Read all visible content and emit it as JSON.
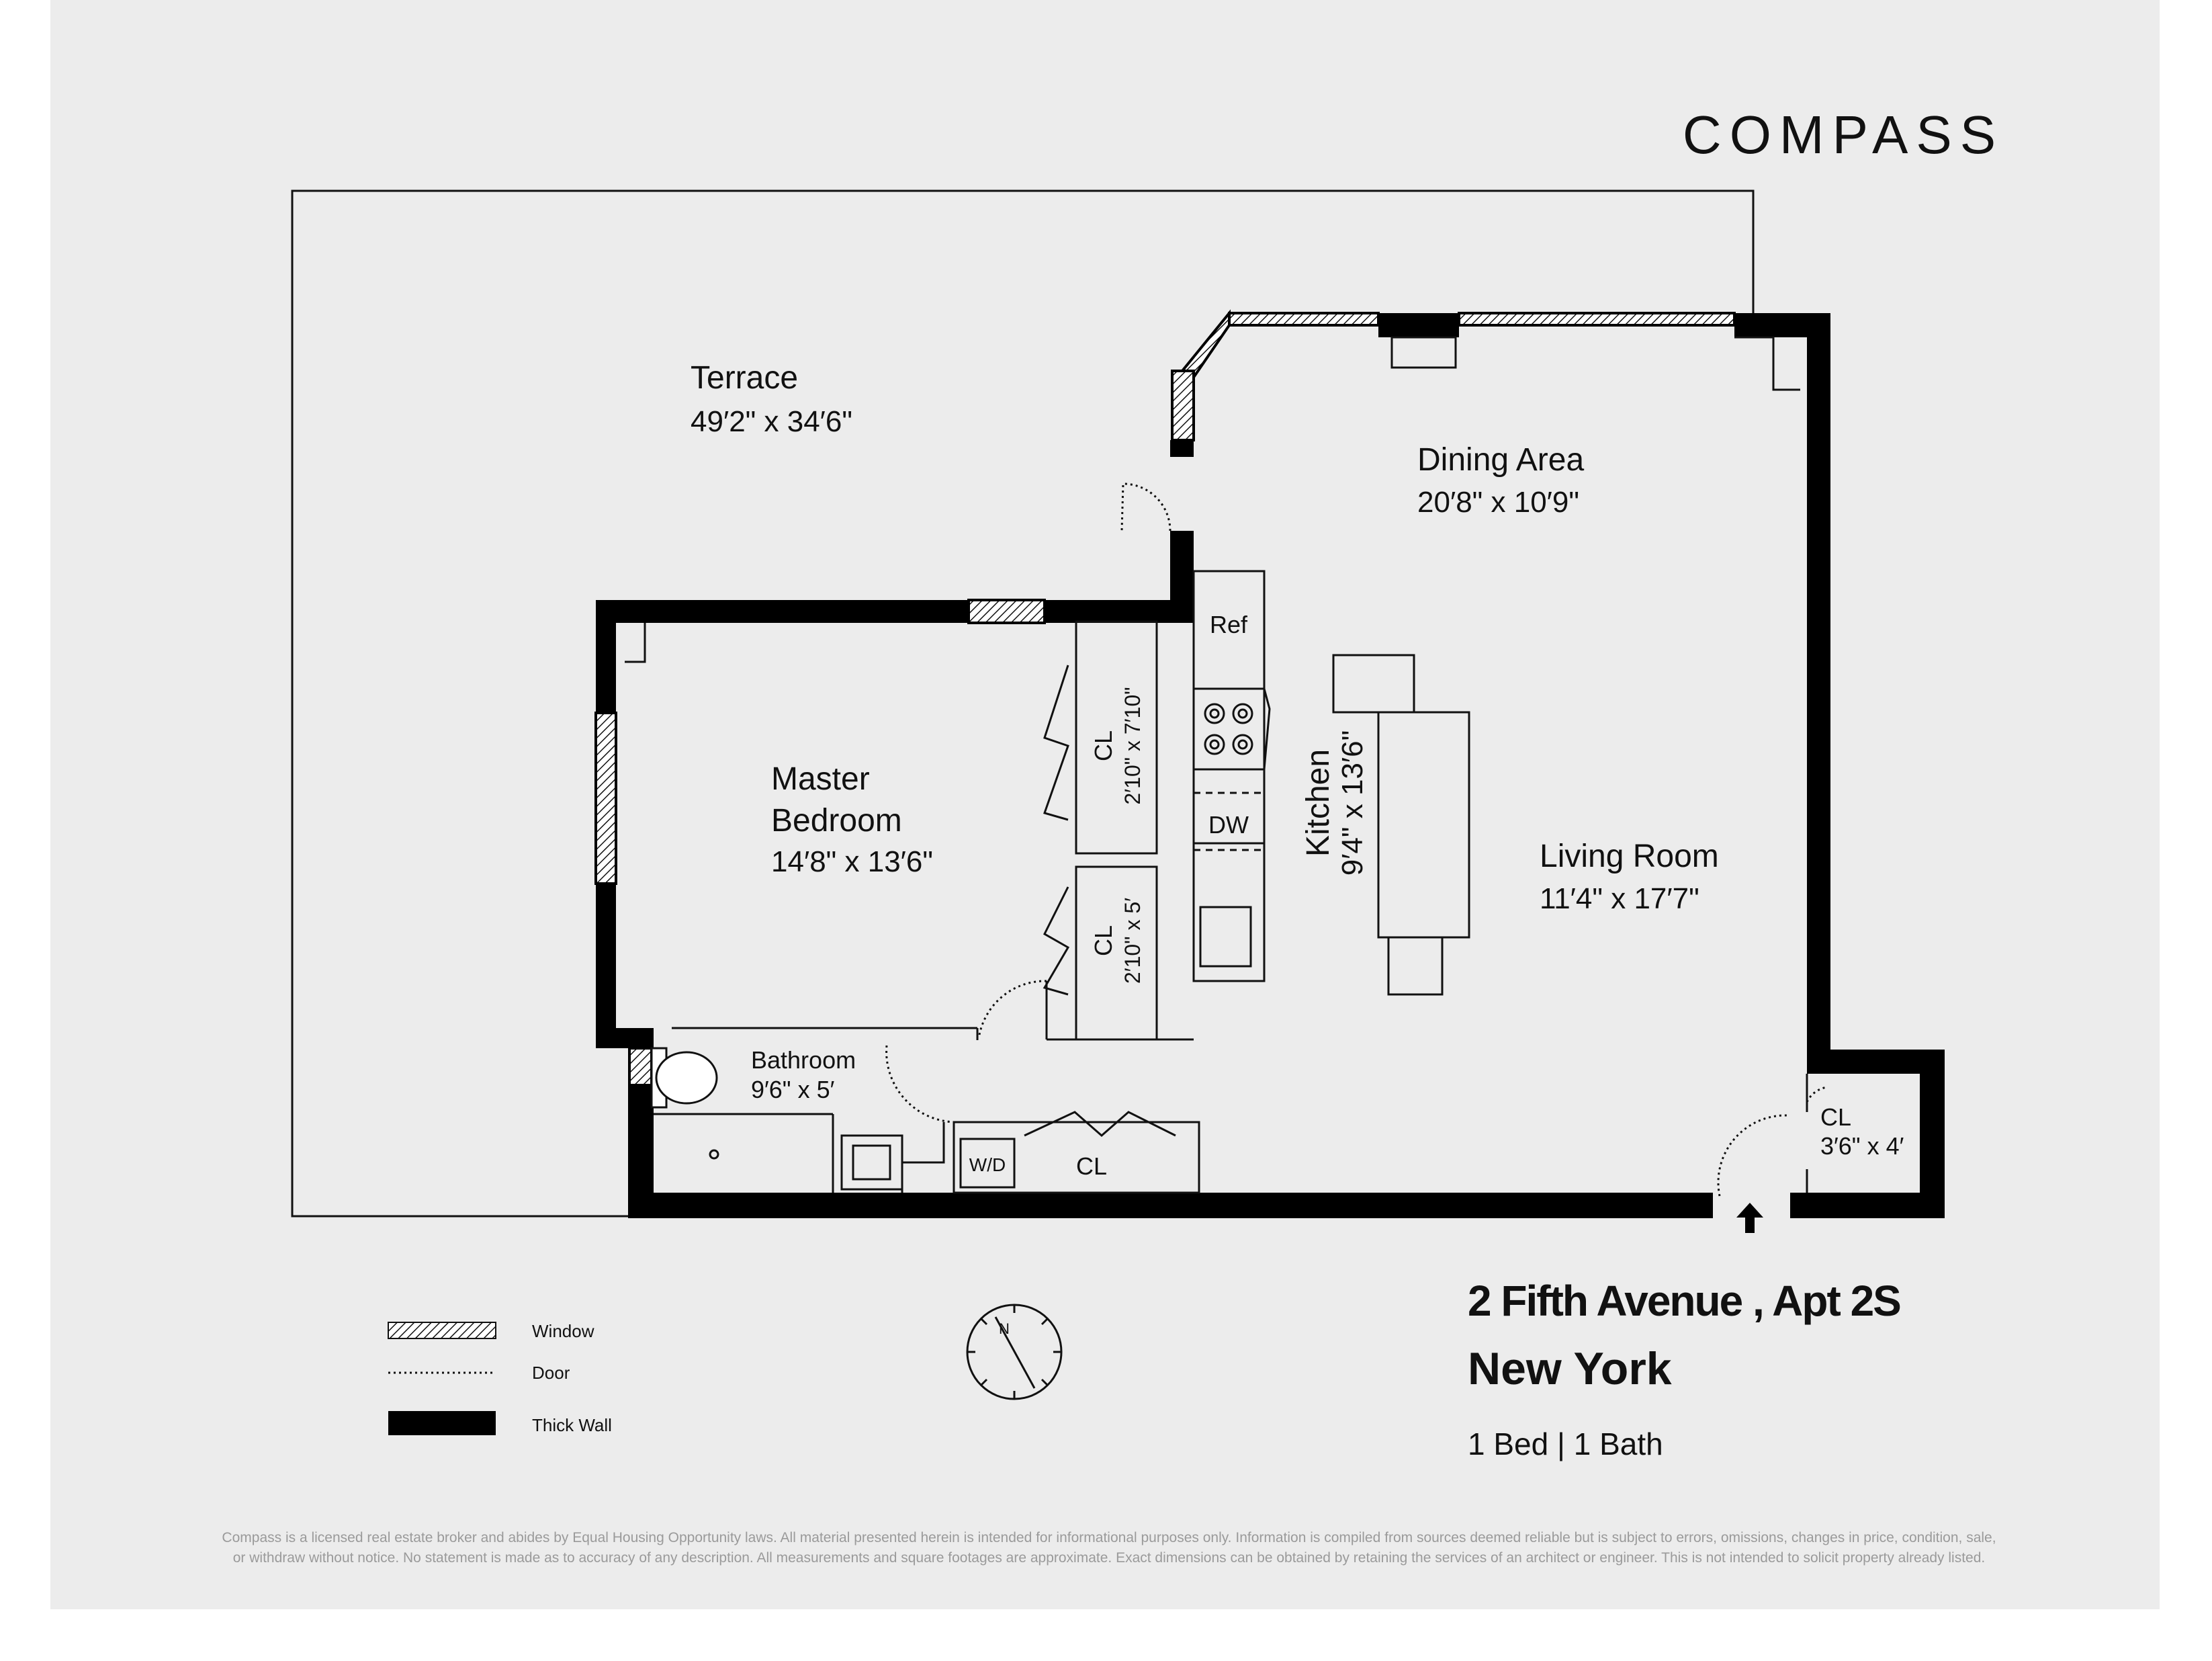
{
  "brand": {
    "logo": "COMPASS"
  },
  "rooms": {
    "terrace": {
      "name": "Terrace",
      "dims": "49′2\" x 34′6\""
    },
    "dining": {
      "name": "Dining Area",
      "dims": "20′8\" x 10′9\""
    },
    "master": {
      "name1": "Master",
      "name2": "Bedroom",
      "dims": "14′8\" x 13′6\""
    },
    "kitchen": {
      "name": "Kitchen",
      "dims": "9′4\" x 13′6\""
    },
    "living": {
      "name": "Living Room",
      "dims": "11′4\" x 17′7\""
    },
    "bathroom": {
      "name": "Bathroom",
      "dims": "9′6\" x 5′"
    },
    "closet1": {
      "name": "CL",
      "dims": "2′10\" x 7′10\""
    },
    "closet2": {
      "name": "CL",
      "dims": "2′10\" x 5′"
    },
    "closet3": {
      "name": "CL",
      "dims": "3′6\" x 4′"
    },
    "closet4": {
      "name": "CL"
    }
  },
  "fixtures": {
    "ref": "Ref",
    "dw": "DW",
    "wd": "W/D"
  },
  "legend": {
    "window": "Window",
    "door": "Door",
    "thick_wall": "Thick Wall"
  },
  "listing": {
    "address": "2 Fifth Avenue , Apt 2S",
    "city": "New York",
    "summary": "1 Bed | 1 Bath"
  },
  "compass_rose": {
    "letter": "N"
  },
  "disclaimer": {
    "line1": "Compass is a licensed real estate broker and abides by Equal Housing Opportunity laws. All material presented herein is intended for informational purposes only. Information is compiled from sources deemed reliable but is subject to errors, omissions, changes in price, condition, sale,",
    "line2": "or withdraw without notice. No statement is made as to accuracy of any description. All measurements and square footages are approximate. Exact dimensions can be obtained by retaining the services of an architect or engineer. This is not intended to solicit property already listed."
  },
  "colors": {
    "wall": "#000000",
    "background": "#ececec",
    "page": "#ffffff"
  }
}
